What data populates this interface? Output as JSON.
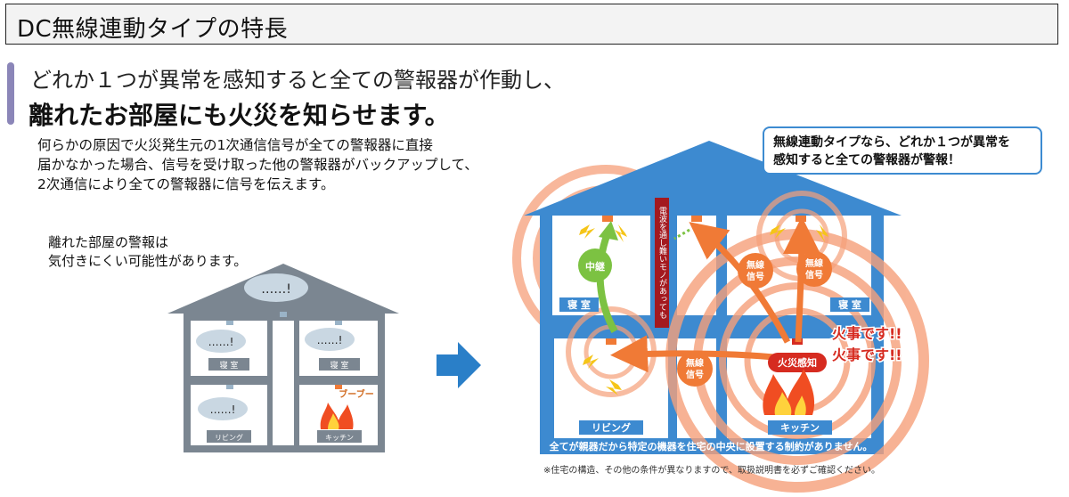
{
  "title": "DC無線連動タイプの特長",
  "headline": {
    "line1": "どれか１つが異常を感知すると全ての警報器が作動し、",
    "line2": "離れたお部屋にも火災を知らせます。"
  },
  "body": [
    "何らかの原因で火災発生元の1次通信信号が全ての警報器に直接",
    "届かなかった場合、信号を受け取った他の警報器がバックアップして、",
    "2次通信により全ての警報器に信号を伝えます。"
  ],
  "left_note": [
    "離れた部屋の警報は",
    "気付きにくい可能性があります。"
  ],
  "left_house": {
    "bubble": "……!",
    "rooms": {
      "bedroom1": "寝 室",
      "bedroom2": "寝 室",
      "living": "リビング",
      "kitchen": "キッチン"
    },
    "buzz": "ブーブー"
  },
  "callout": [
    "無線連動タイプなら、どれか１つが異常を",
    "感知すると全ての警報器が警報！"
  ],
  "right_house": {
    "relay": "中継",
    "obstacle": "電波を通し難いモノがあっても",
    "wireless_line1": "無線",
    "wireless_line2": "信号",
    "fire_sense": "火災感知",
    "alarm_voice": "火事です!!",
    "rooms": {
      "bedroom_left": "寝 室",
      "bedroom_right": "寝 室",
      "living": "リビング",
      "kitchen": "キッチン"
    },
    "banner": "全てが親器だから特定の機器を住宅の中央に設置する制約がありません。"
  },
  "footnote": "※住宅の構造、その他の条件が異なりますので、取扱説明書を必ずご確認ください。",
  "colors": {
    "house_gray": "#7b8691",
    "house_blue": "#3d8ad0",
    "wave_orange": "#f6a07a",
    "arrow_orange": "#f07a36",
    "arrow_green": "#7cc242",
    "dark_red": "#a3191f",
    "arrow_blue": "#2a7fc8",
    "accent_purple": "#8b86b8"
  }
}
